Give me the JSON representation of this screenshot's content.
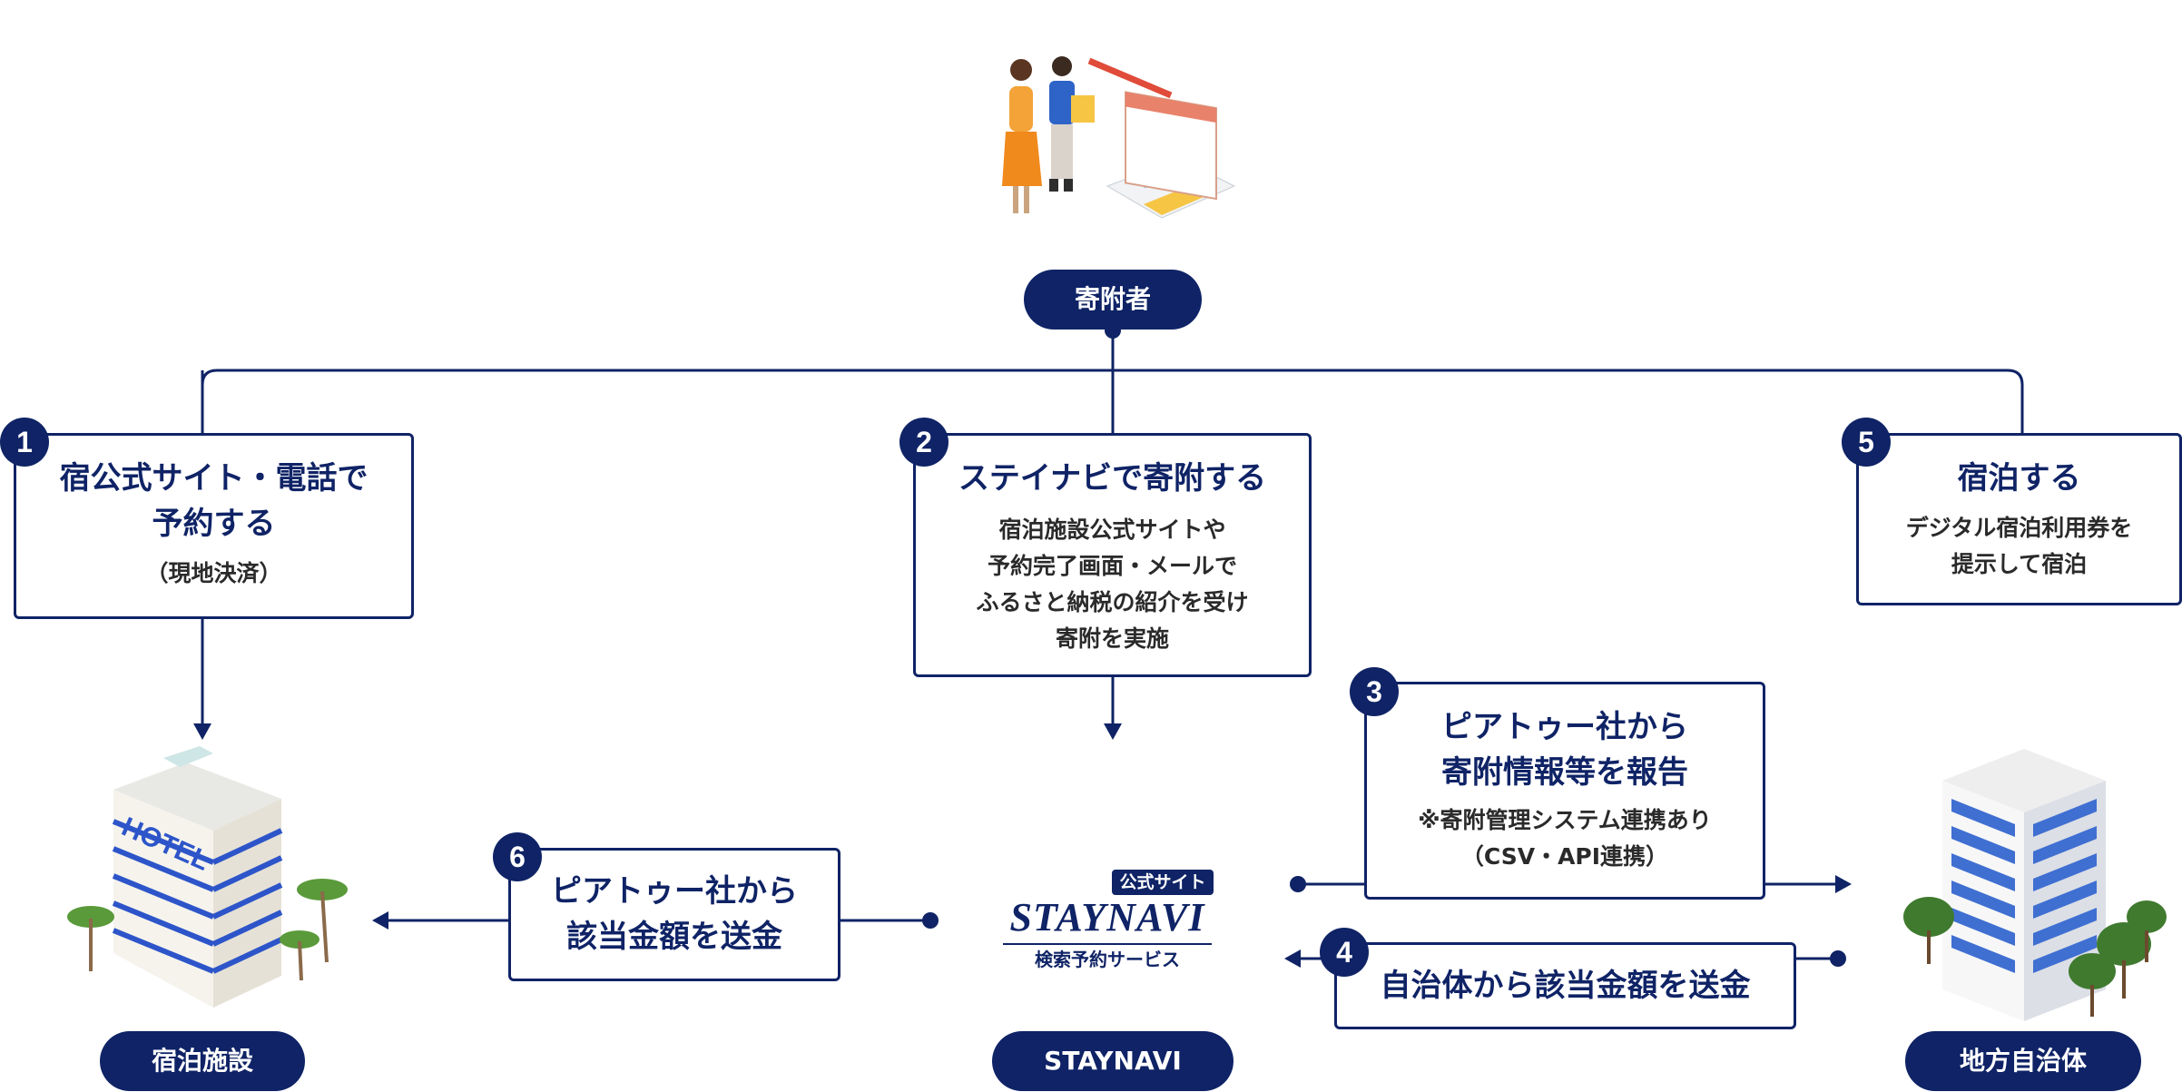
{
  "actors": {
    "donor": "寄附者",
    "facility": "宿泊施設",
    "staynavi": "STAYNAVI",
    "municipality": "地方自治体"
  },
  "steps": [
    {
      "num": "1",
      "title": [
        "宿公式サイト・電話で",
        "予約する"
      ],
      "body": [
        "（現地決済）"
      ]
    },
    {
      "num": "2",
      "title": [
        "ステイナビで寄附する"
      ],
      "body": [
        "宿泊施設公式サイトや",
        "予約完了画面・メールで",
        "ふるさと納税の紹介を受け",
        "寄附を実施"
      ]
    },
    {
      "num": "3",
      "title": [
        "ピアトゥー社から",
        "寄附情報等を報告"
      ],
      "body": [
        "※寄附管理システム連携あり",
        "（CSV・API連携）"
      ]
    },
    {
      "num": "4",
      "title": [
        "自治体から該当金額を送金"
      ],
      "body": []
    },
    {
      "num": "5",
      "title": [
        "宿泊する"
      ],
      "body": [
        "デジタル宿泊利用券を",
        "提示して宿泊"
      ]
    },
    {
      "num": "6",
      "title": [
        "ピアトゥー社から",
        "該当金額を送金"
      ],
      "body": []
    }
  ],
  "logo": {
    "badge": "公式サイト",
    "name": "STAYNAVI",
    "tagline": "検索予約サービス"
  },
  "hotel_sign": "HOTEL",
  "colors": {
    "navy": "#0f2366",
    "white": "#ffffff",
    "text": "#2a2a2a"
  }
}
